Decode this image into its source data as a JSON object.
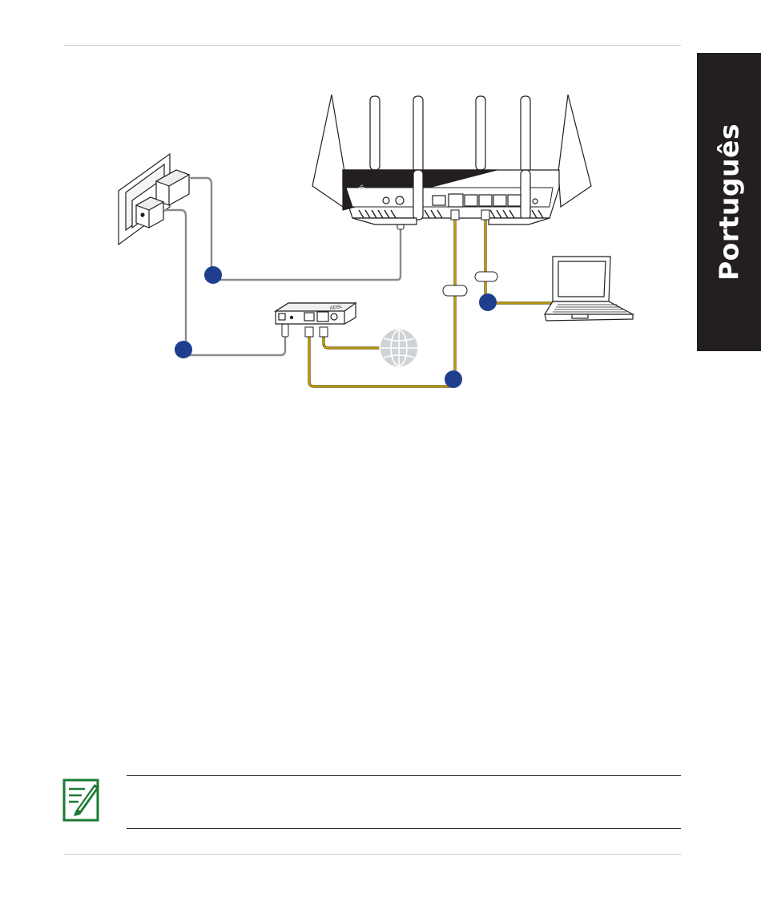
{
  "language_tab": {
    "label": "Português"
  },
  "router": {
    "brand_text": "ASUS"
  },
  "modem": {
    "label": "ADSL"
  },
  "diagram": {
    "icons": [
      "wall-outlet-icon",
      "power-adapter-icon",
      "router-icon",
      "modem-icon",
      "globe-icon",
      "laptop-icon",
      "note-icon"
    ],
    "colors": {
      "step_marker": "#1f3f8e",
      "ethernet_cable": "#c8a400",
      "power_cable": "#8a8a8a",
      "device_outline": "#231f20",
      "note_icon": "#1b7a33",
      "language_tab": "#231f20"
    }
  },
  "note": {
    "text": ""
  }
}
